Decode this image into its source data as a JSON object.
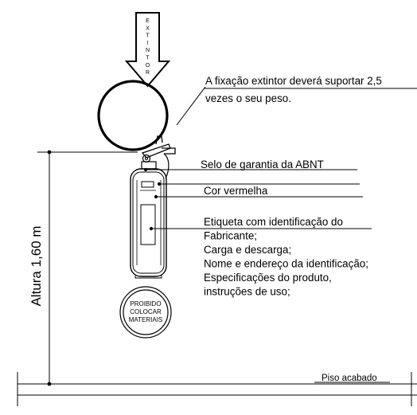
{
  "arrow": {
    "letters": [
      "E",
      "X",
      "T",
      "I",
      "N",
      "T",
      "O",
      "R"
    ]
  },
  "notes": {
    "fixation_line1": "A fixação extintor deverá suportar 2,5",
    "fixation_line2": "vezes o seu peso.",
    "seal": "Selo de garantia da ABNT",
    "color": "Cor vermelha",
    "label_block": [
      "Etiqueta com identificação do",
      "Fabricante;",
      "Carga e descarga;",
      "Nome e endereço da identificação;",
      "Especificações do produto,",
      "instruções de uso;"
    ]
  },
  "dimension": {
    "label": "Altura 1,60 m"
  },
  "floor": {
    "label": "Piso acabado"
  },
  "sign": {
    "lines": [
      "PROIBIDO",
      "COLOCAR",
      "MATERIAIS"
    ]
  },
  "colors": {
    "line": "#000000",
    "background": "#ffffff"
  }
}
